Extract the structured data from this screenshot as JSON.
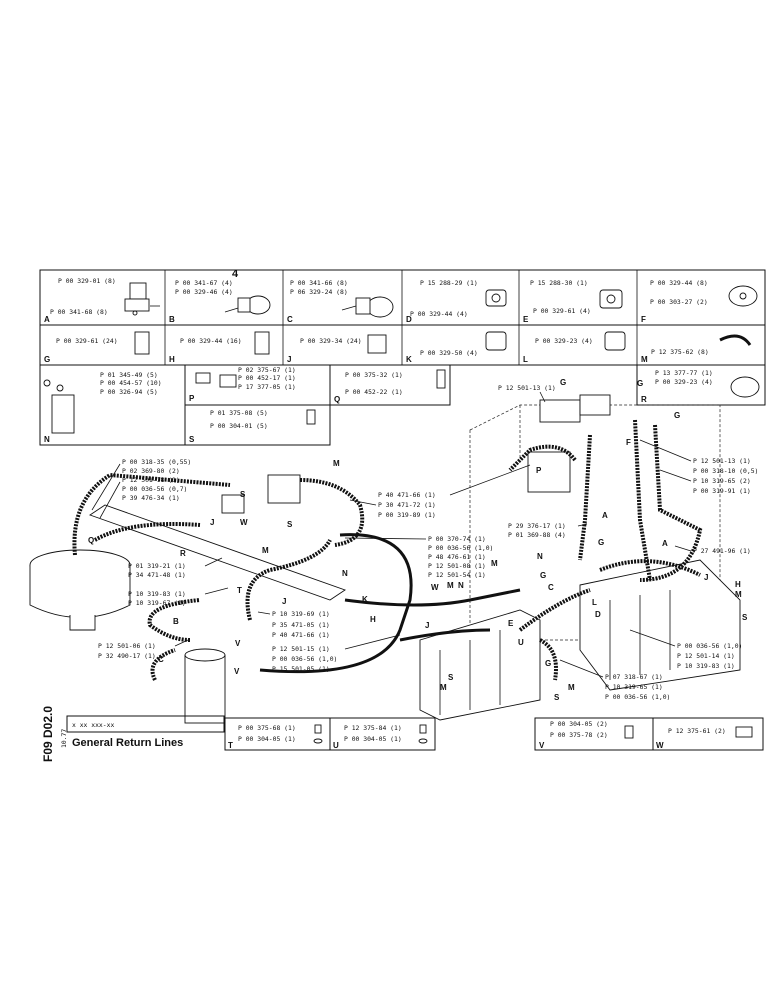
{
  "sheet": {
    "page_marker": "4",
    "sheet_code": "F09 D02.0",
    "title": "General Return Lines",
    "number_box": "x xx xxx-xx",
    "small_code": "10.77"
  },
  "detail_boxes": [
    {
      "id": "A",
      "lines": [
        "P 00 329-01 (8)",
        "P 00 341-68 (8)"
      ]
    },
    {
      "id": "B",
      "lines": [
        "P 00 341-67 (4)",
        "P 00 329-46 (4)"
      ]
    },
    {
      "id": "C",
      "lines": [
        "P 00 341-66 (8)",
        "P 06 329-24 (8)"
      ]
    },
    {
      "id": "D",
      "lines": [
        "P 15 288-29 (1)",
        "P 00 329-44 (4)"
      ]
    },
    {
      "id": "E",
      "lines": [
        "P 15 288-30 (1)",
        "P 00 329-61 (4)"
      ]
    },
    {
      "id": "F",
      "lines": [
        "P 00 329-44 (8)",
        "P 00 303-27 (2)"
      ]
    },
    {
      "id": "G",
      "lines": [
        "P 00 329-61 (24)"
      ]
    },
    {
      "id": "H",
      "lines": [
        "P 00 329-44 (16)"
      ]
    },
    {
      "id": "J",
      "lines": [
        "P 00 329-34 (24)"
      ]
    },
    {
      "id": "K",
      "lines": [
        "P 00 329-50 (4)"
      ]
    },
    {
      "id": "L",
      "lines": [
        "P 00 329-23 (4)"
      ]
    },
    {
      "id": "M",
      "lines": [
        "P 12 375-62 (8)"
      ]
    },
    {
      "id": "N",
      "lines": [
        "P 01 345-49 (5)",
        "P 00 454-57 (10)",
        "P 00 326-94 (5)"
      ]
    },
    {
      "id": "P",
      "lines": [
        "P 02 375-67 (1)",
        "P 00 452-17 (1)",
        "P 17 377-05 (1)"
      ]
    },
    {
      "id": "Q",
      "lines": [
        "P 00 375-32 (1)",
        "P 00 452-22 (1)"
      ]
    },
    {
      "id": "R",
      "lines": [
        "P 13 377-77 (1)",
        "P 00 329-23 (4)"
      ]
    },
    {
      "id": "S",
      "lines": [
        "P 01 375-08 (5)",
        "P 00 304-01 (5)"
      ]
    },
    {
      "id": "T",
      "lines": [
        "P 00 375-68 (1)",
        "P 00 304-05 (1)"
      ]
    },
    {
      "id": "U",
      "lines": [
        "P 12 375-84 (1)",
        "P 00 304-05 (1)"
      ]
    },
    {
      "id": "V",
      "lines": [
        "P 00 304-05 (2)",
        "P 00 375-78 (2)"
      ]
    },
    {
      "id": "W",
      "lines": [
        "P 12 375-61 (2)"
      ]
    }
  ],
  "callouts": {
    "left_stack": [
      "P 00 318-35 (0,55)",
      "P 02 369-80 (2)",
      "P 12 501-18 (1)",
      "P 00 036-56 (0,7)",
      "P 39 476-34 (1)"
    ],
    "left_mid": [
      "P 01 319-21 (1)",
      "P 34 471-48 (1)",
      "P 10 319-83 (1)",
      "P 10 319-67 (1)"
    ],
    "left_low": [
      "P 12 501-06 (1)",
      "P 32 490-17 (1)"
    ],
    "center_top": [
      "P 40 471-66 (1)",
      "P 30 471-72 (1)",
      "P 00 319-89 (1)"
    ],
    "center_mid": [
      "P 00 370-74 (1)",
      "P 00 036-56 (1,0)",
      "P 48 476-61 (1)",
      "P 12 501-08 (1)",
      "P 12 501-54 (1)"
    ],
    "center_low": [
      "P 10 319-69 (1)",
      "P 35 471-05 (1)",
      "P 40 471-66 (1)"
    ],
    "center_bottom": [
      "P 12 501-15 (1)",
      "P 00 036-56 (1,0)",
      "P 15 501-05 (1)"
    ],
    "tank_left": [
      "P 29 376-17 (1)",
      "P 01 369-88 (4)"
    ],
    "tank_top": [
      "P 12 501-13 (1)"
    ],
    "right_stack": [
      "P 12 501-13 (1)",
      "P 00 318-10 (0,5)",
      "P 10 319-65 (2)",
      "P 00 319-91 (1)"
    ],
    "right_mid": [
      "P 27 491-96 (1)"
    ],
    "right_low": [
      "P 00 036-56 (1,0)",
      "P 12 501-14 (1)",
      "P 10 319-83 (1)"
    ],
    "bottom_right": [
      "P 07 318-67 (1)",
      "P 10 319-65 (1)",
      "P 00 036-56 (1,0)"
    ]
  },
  "letters": {
    "S": "S",
    "W": "W",
    "M": "M",
    "N": "N",
    "J": "J",
    "R": "R",
    "Q": "Q",
    "T": "T",
    "V": "V",
    "C": "C",
    "B": "B",
    "K": "K",
    "H": "H",
    "G": "G",
    "A": "A",
    "F": "F",
    "P": "P",
    "L": "L",
    "D": "D",
    "E": "E",
    "U": "U"
  }
}
